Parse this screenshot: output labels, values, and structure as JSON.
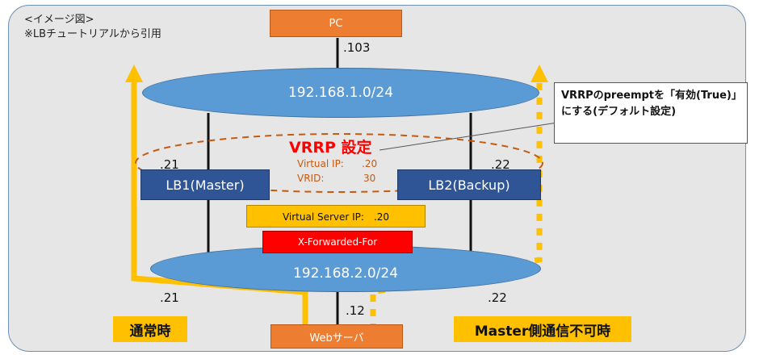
{
  "caption": {
    "line1": "<イメージ図>",
    "line2": "※LBチュートリアルから引用"
  },
  "nodes": {
    "pc": "PC",
    "web": "Webサーバ",
    "lb1": "LB1(Master)",
    "lb2": "LB2(Backup)"
  },
  "networks": {
    "upper": "192.168.1.0/24",
    "lower": "192.168.2.0/24"
  },
  "addresses": {
    "pc": ".103",
    "lb1_upper": ".21",
    "lb2_upper": ".22",
    "lb1_lower": ".21",
    "lb2_lower": ".22",
    "web": ".12"
  },
  "vrrp": {
    "title": "VRRP 設定",
    "vip_label": "Virtual IP:",
    "vip_value": ".20",
    "vrid_label": "VRID:",
    "vrid_value": "30"
  },
  "virtual_server": "Virtual Server IP:　.20",
  "xff": "X-Forwarded-For",
  "callout": "VRRPのpreemptを「有効(True)」にする(デフォルト設定)",
  "labels": {
    "normal": "通常時",
    "master_down": "Master側通信不可時"
  },
  "colors": {
    "accent_yellow": "#ffc000",
    "ellipse_blue": "#5b9bd5",
    "lb_blue": "#2f5597",
    "node_orange": "#ed7d31",
    "vrrp_red": "#ff0000",
    "xff_red": "#ff0000"
  }
}
